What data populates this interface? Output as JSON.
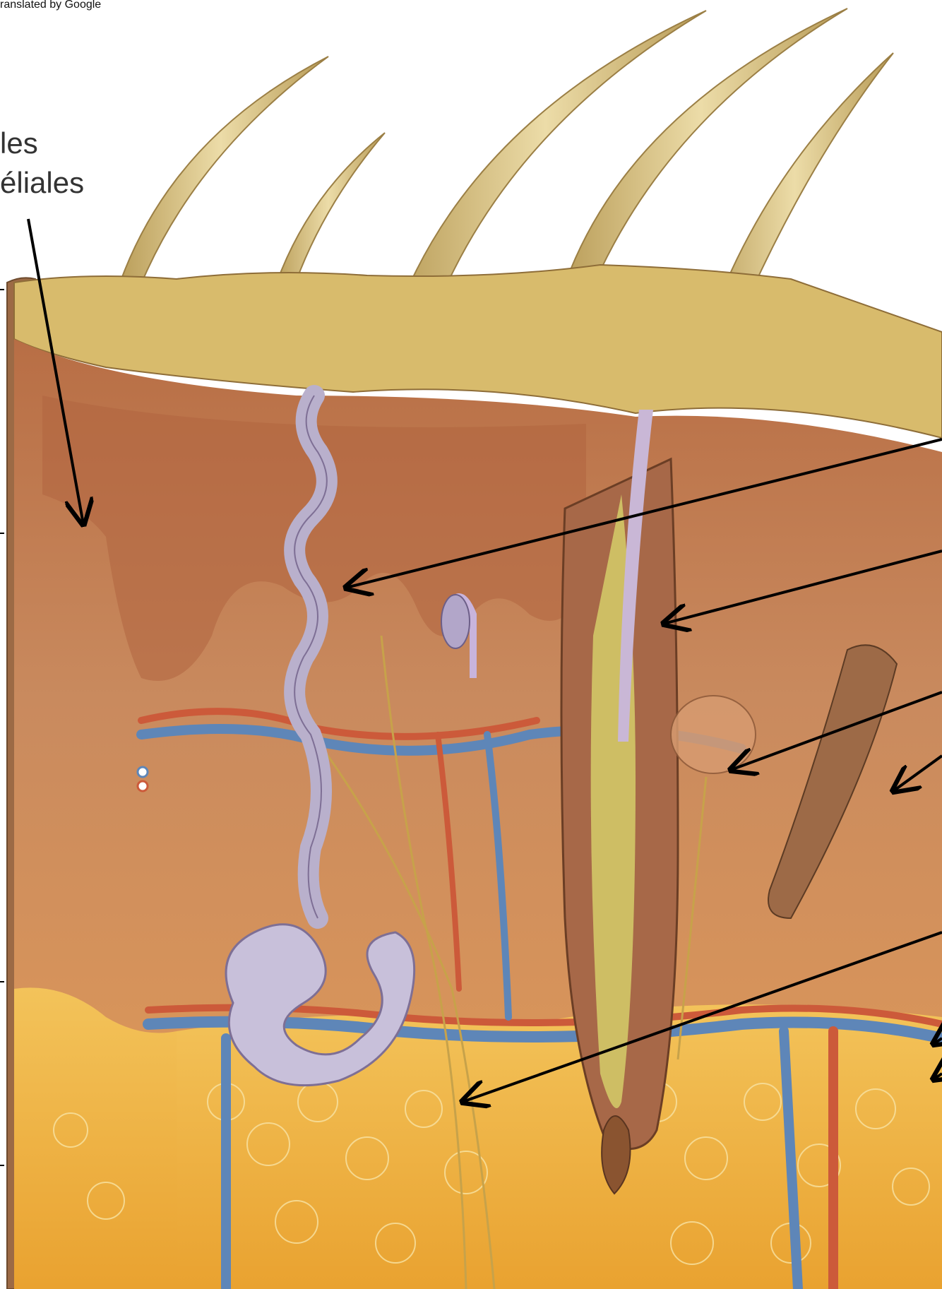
{
  "header": {
    "translated_by": "ranslated by Google"
  },
  "labels": {
    "line1": "les",
    "line2": "éliales"
  },
  "colors": {
    "epidermis_top": "#d9bc6a",
    "dermis": "#c97a4e",
    "dermis_dark": "#a55a38",
    "fat": "#f0b640",
    "hair": "#d7bf80",
    "vein": "#5e86b8",
    "artery": "#cc5a3a",
    "gland": "#b9b0cc",
    "arrow": "#000000"
  }
}
